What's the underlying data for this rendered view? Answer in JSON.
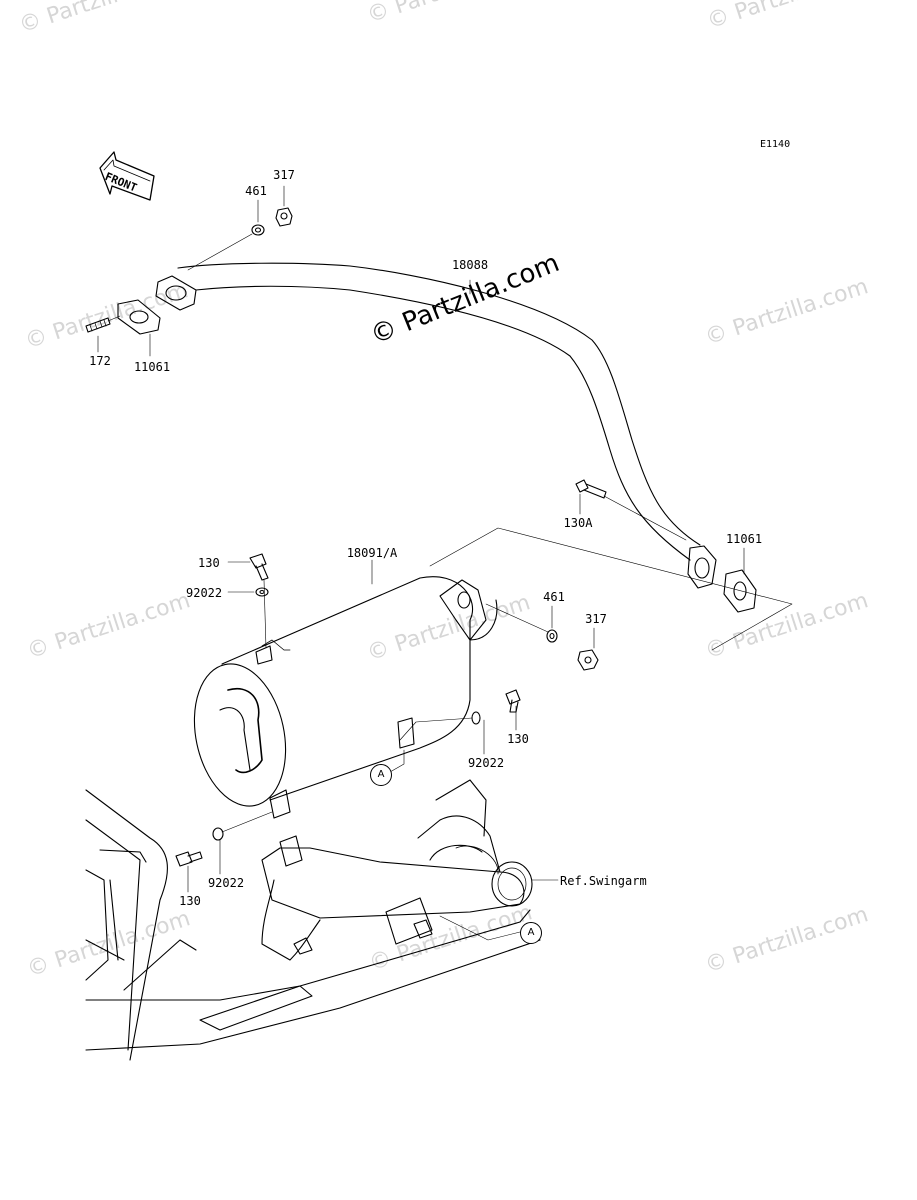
{
  "diagram_id": "E1140",
  "front_label": "FRONT",
  "watermark": "© Partzilla.com",
  "parts": {
    "nut_317_top": "317",
    "washer_461_top": "461",
    "pipe_18088": "18088",
    "stud_172": "172",
    "gasket_11061_front": "11061",
    "bolt_130A": "130A",
    "gasket_11061_rear": "11061",
    "bolt_130_upper": "130",
    "washer_92022_upper": "92022",
    "muffler_18091": "18091/A",
    "washer_461_mid": "461",
    "nut_317_mid": "317",
    "bolt_130_right": "130",
    "washer_92022_right": "92022",
    "washer_92022_lower": "92022",
    "bolt_130_lower": "130"
  },
  "callouts": {
    "a1": "A",
    "a2": "A"
  },
  "reference": "Ref.Swingarm"
}
